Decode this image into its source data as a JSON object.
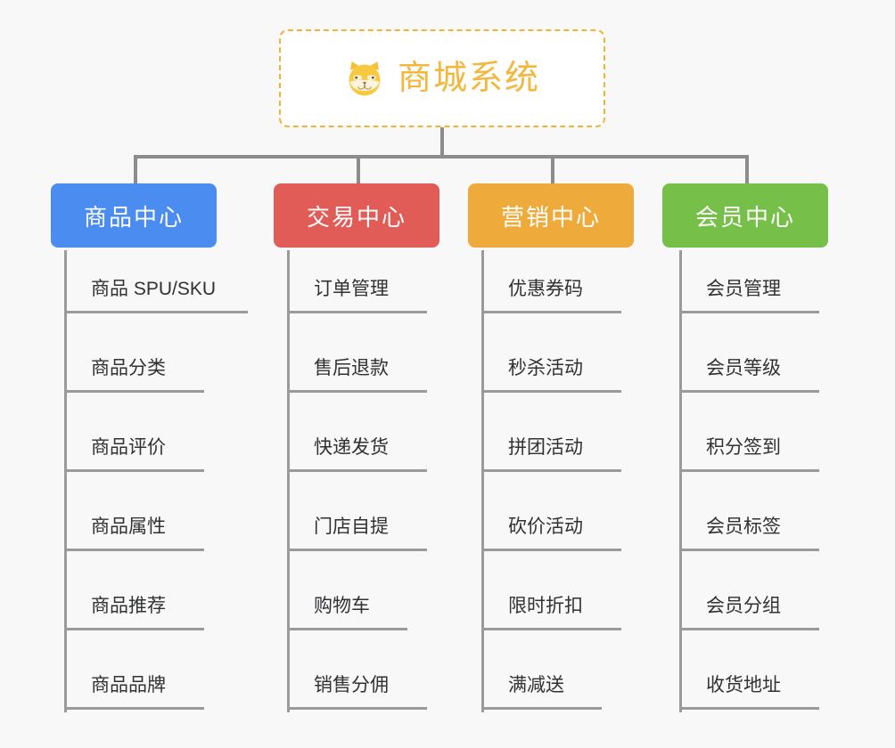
{
  "root": {
    "title": "商城系统",
    "icon": "shiba-dog-icon",
    "border_color": "#f0b433",
    "text_color": "#f2b73c",
    "background": "#ffffff"
  },
  "canvas": {
    "background": "#f8f8f8",
    "connector_color": "#8c8c8c",
    "leaf_rule_color": "#9a9a9a",
    "leaf_text_color": "#303133"
  },
  "columns": [
    {
      "label": "商品中心",
      "color": "#4a8cf0",
      "items": [
        "商品 SPU/SKU",
        "商品分类",
        "商品评价",
        "商品属性",
        "商品推荐",
        "商品品牌"
      ]
    },
    {
      "label": "交易中心",
      "color": "#e25c57",
      "items": [
        "订单管理",
        "售后退款",
        "快递发货",
        "门店自提",
        "购物车",
        "销售分佣"
      ]
    },
    {
      "label": "营销中心",
      "color": "#eeab3c",
      "items": [
        "优惠券码",
        "秒杀活动",
        "拼团活动",
        "砍价活动",
        "限时折扣",
        "满减送"
      ]
    },
    {
      "label": "会员中心",
      "color": "#76c04a",
      "items": [
        "会员管理",
        "会员等级",
        "积分签到",
        "会员标签",
        "会员分组",
        "收货地址"
      ]
    }
  ]
}
